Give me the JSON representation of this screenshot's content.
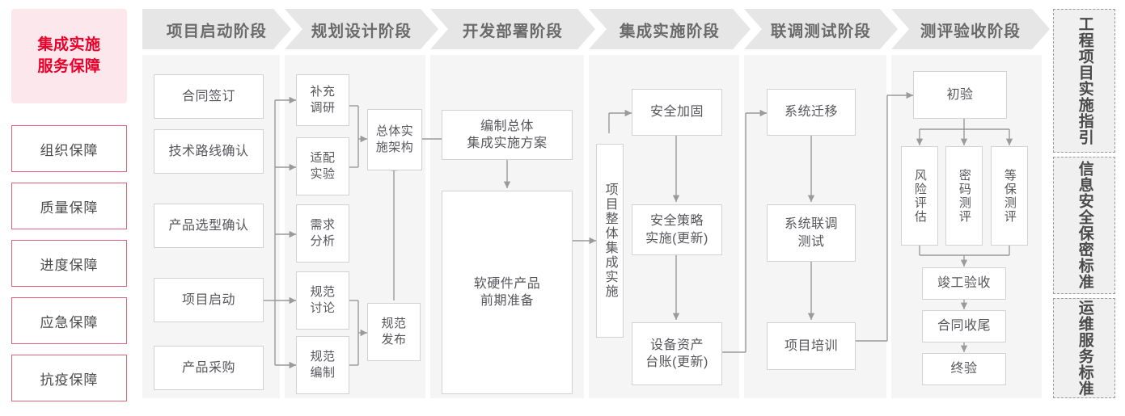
{
  "left_panel": {
    "title": "集成实施\n服务保障",
    "title_color": "#e8002a",
    "title_bg": "#fce8ec",
    "items": [
      {
        "label": "组织保障"
      },
      {
        "label": "质量保障"
      },
      {
        "label": "进度保障"
      },
      {
        "label": "应急保障"
      },
      {
        "label": "抗疫保障"
      }
    ]
  },
  "stages": [
    {
      "id": "initiation",
      "header": "项目启动阶段",
      "nodes": [
        {
          "label": "合同签订"
        },
        {
          "label": "技术路线确认"
        },
        {
          "label": "产品选型确认"
        },
        {
          "label": "项目启动"
        },
        {
          "label": "产品采购"
        }
      ]
    },
    {
      "id": "planning",
      "header": "规划设计阶段",
      "nodes": [
        {
          "label": "补充\n调研"
        },
        {
          "label": "适配\n实验"
        },
        {
          "label": "需求\n分析"
        },
        {
          "label": "规范\n讨论"
        },
        {
          "label": "规范\n编制"
        },
        {
          "label": "总体实\n施架构"
        },
        {
          "label": "规范\n发布"
        }
      ]
    },
    {
      "id": "development",
      "header": "开发部署阶段",
      "nodes": [
        {
          "label": "编制总体\n集成实施方案"
        },
        {
          "label": "软硬件产品\n前期准备"
        }
      ]
    },
    {
      "id": "integration",
      "header": "集成实施阶段",
      "nodes": [
        {
          "label": "项目整体集成实施",
          "vertical": true
        },
        {
          "label": "安全加固"
        },
        {
          "label": "安全策略\n实施(更新)"
        },
        {
          "label": "设备资产\n台账(更新)"
        }
      ]
    },
    {
      "id": "joint-test",
      "header": "联调测试阶段",
      "nodes": [
        {
          "label": "系统迁移"
        },
        {
          "label": "系统联调\n测试"
        },
        {
          "label": "项目培训"
        }
      ]
    },
    {
      "id": "acceptance",
      "header": "测评验收阶段",
      "nodes": [
        {
          "label": "初验"
        },
        {
          "label": "风险评估",
          "vertical": true
        },
        {
          "label": "密码测评",
          "vertical": true
        },
        {
          "label": "等保测评",
          "vertical": true
        },
        {
          "label": "竣工验收"
        },
        {
          "label": "合同收尾"
        },
        {
          "label": "终验"
        }
      ]
    }
  ],
  "standards": [
    {
      "label": "工程项目实施指引"
    },
    {
      "label": "信息安全保密标准"
    },
    {
      "label": "运维服务标准"
    }
  ],
  "colors": {
    "accent_red": "#e8002a",
    "stage_header_bg": "#e6e6e6",
    "stage_body_bg": "#f5f5f5",
    "node_border": "#d2d2d2",
    "text": "#57575b",
    "connector": "#9a9a9a"
  }
}
